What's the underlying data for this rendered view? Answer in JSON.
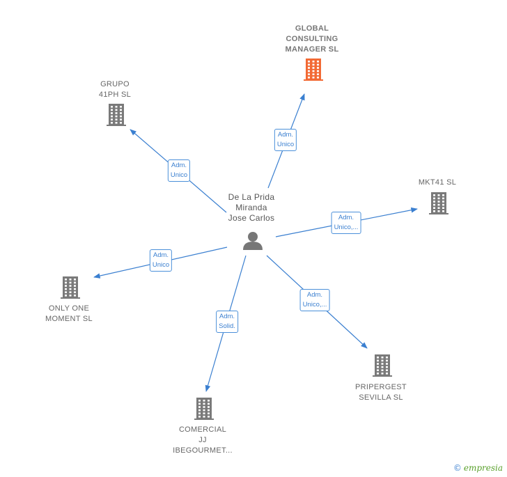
{
  "center": {
    "name": "De La Prida\nMiranda\nJose Carlos",
    "icon": "person-icon"
  },
  "nodes": [
    {
      "id": "global",
      "name": "GLOBAL\nCONSULTING\nMANAGER SL",
      "icon": "building-icon",
      "highlight": true,
      "color": "#f26a35"
    },
    {
      "id": "grupo41",
      "name": "GRUPO\n41PH SL",
      "icon": "building-icon",
      "highlight": false,
      "color": "#7a7a7a"
    },
    {
      "id": "mkt41",
      "name": "MKT41 SL",
      "icon": "building-icon",
      "highlight": false,
      "color": "#7a7a7a"
    },
    {
      "id": "onlyone",
      "name": "ONLY ONE\nMOMENT SL",
      "icon": "building-icon",
      "highlight": false,
      "color": "#7a7a7a"
    },
    {
      "id": "pripergest",
      "name": "PRIPERGEST\nSEVILLA SL",
      "icon": "building-icon",
      "highlight": false,
      "color": "#7a7a7a"
    },
    {
      "id": "comercial",
      "name": "COMERCIAL\nJJ\nIBEGOURMET...",
      "icon": "building-icon",
      "highlight": false,
      "color": "#7a7a7a"
    }
  ],
  "edges": [
    {
      "target": "global",
      "label": "Adm.\nUnico"
    },
    {
      "target": "grupo41",
      "label": "Adm.\nUnico"
    },
    {
      "target": "mkt41",
      "label": "Adm.\nUnico,..."
    },
    {
      "target": "onlyone",
      "label": "Adm.\nUnico"
    },
    {
      "target": "pripergest",
      "label": "Adm.\nUnico,..."
    },
    {
      "target": "comercial",
      "label": "Adm.\nSolid."
    }
  ],
  "edge_color": "#3a7fd0",
  "brand": {
    "copyright": "©",
    "name": "empresia"
  }
}
